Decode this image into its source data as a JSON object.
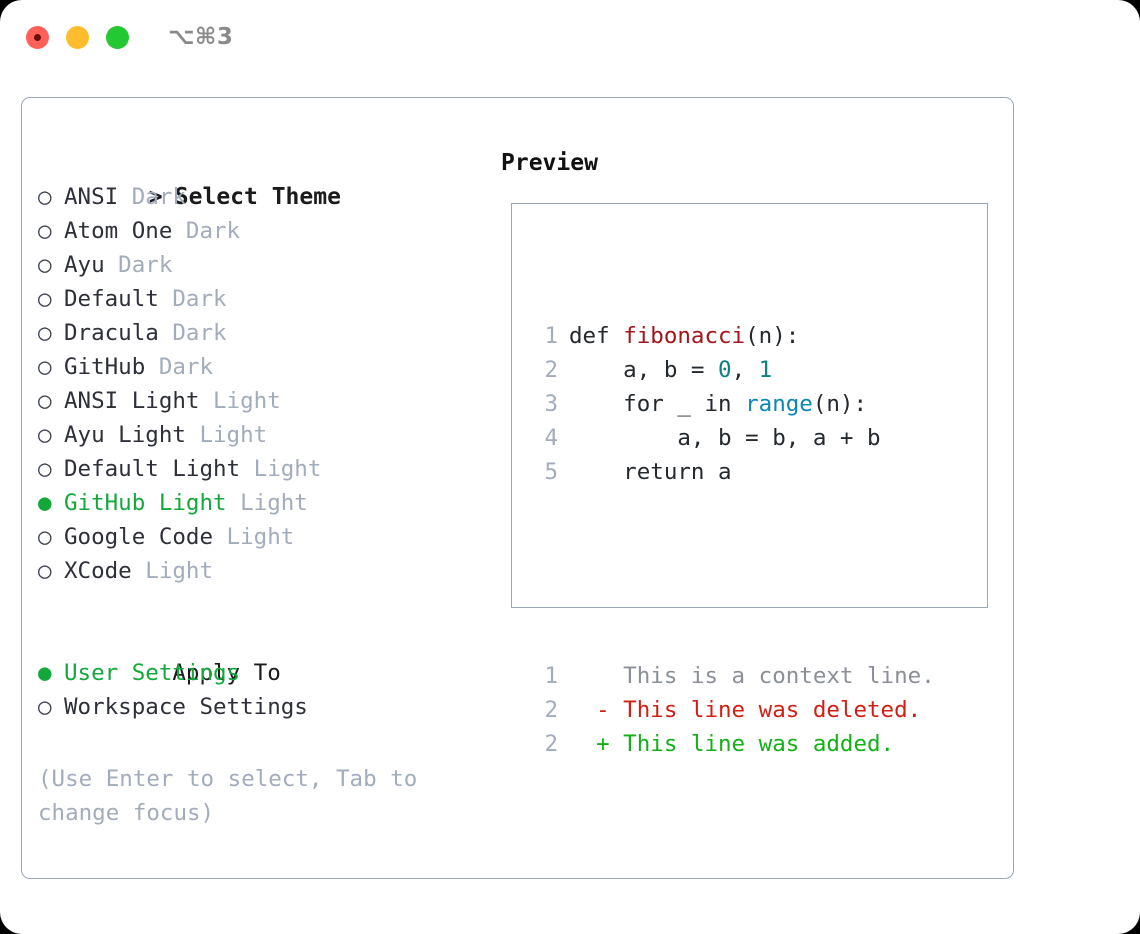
{
  "window": {
    "shortcut": "⌥⌘3",
    "traffic_lights": [
      "close-button",
      "minimize-button",
      "maximize-button"
    ],
    "accent_green": "#14a83c",
    "muted_blue_gray": "#a2adbb",
    "border_color": "#9aa7b8"
  },
  "theme_list": {
    "heading": "Select Theme",
    "heading_prefix": "> ",
    "radio_off": "○",
    "radio_on": "●",
    "items": [
      {
        "name": "ANSI",
        "variant": "Dark",
        "selected": false
      },
      {
        "name": "Atom One",
        "variant": "Dark",
        "selected": false
      },
      {
        "name": "Ayu",
        "variant": "Dark",
        "selected": false
      },
      {
        "name": "Default",
        "variant": "Dark",
        "selected": false
      },
      {
        "name": "Dracula",
        "variant": "Dark",
        "selected": false
      },
      {
        "name": "GitHub",
        "variant": "Dark",
        "selected": false
      },
      {
        "name": "ANSI Light",
        "variant": "Light",
        "selected": false
      },
      {
        "name": "Ayu Light",
        "variant": "Light",
        "selected": false
      },
      {
        "name": "Default Light",
        "variant": "Light",
        "selected": false
      },
      {
        "name": "GitHub Light",
        "variant": "Light",
        "selected": true
      },
      {
        "name": "Google Code",
        "variant": "Light",
        "selected": false
      },
      {
        "name": "XCode",
        "variant": "Light",
        "selected": false
      }
    ]
  },
  "apply_to": {
    "heading": "Apply To",
    "items": [
      {
        "name": "User Settings",
        "selected": true
      },
      {
        "name": "Workspace Settings",
        "selected": false
      }
    ]
  },
  "hint": {
    "line1": "(Use Enter to select, Tab to",
    "line2": "change focus)"
  },
  "preview": {
    "title": "Preview",
    "code_lines": [
      {
        "no": "1",
        "tokens": [
          {
            "t": "def ",
            "c": "kw"
          },
          {
            "t": "fibonacci",
            "c": "fn"
          },
          {
            "t": "(n):",
            "c": "plain"
          }
        ]
      },
      {
        "no": "2",
        "tokens": [
          {
            "t": "    a, b = ",
            "c": "plain"
          },
          {
            "t": "0",
            "c": "num"
          },
          {
            "t": ", ",
            "c": "plain"
          },
          {
            "t": "1",
            "c": "num"
          }
        ]
      },
      {
        "no": "3",
        "tokens": [
          {
            "t": "    for _ in ",
            "c": "plain"
          },
          {
            "t": "range",
            "c": "builtin"
          },
          {
            "t": "(n):",
            "c": "plain"
          }
        ]
      },
      {
        "no": "4",
        "tokens": [
          {
            "t": "        a, b = b, a + b",
            "c": "plain"
          }
        ]
      },
      {
        "no": "5",
        "tokens": [
          {
            "t": "    return a",
            "c": "plain"
          }
        ]
      }
    ],
    "diff_lines": [
      {
        "no": "1",
        "marker": " ",
        "text": " This is a context line.",
        "kind": "ctx"
      },
      {
        "no": "2",
        "marker": "-",
        "text": " This line was deleted.",
        "kind": "del"
      },
      {
        "no": "2",
        "marker": "+",
        "text": " This line was added.",
        "kind": "add"
      }
    ]
  }
}
